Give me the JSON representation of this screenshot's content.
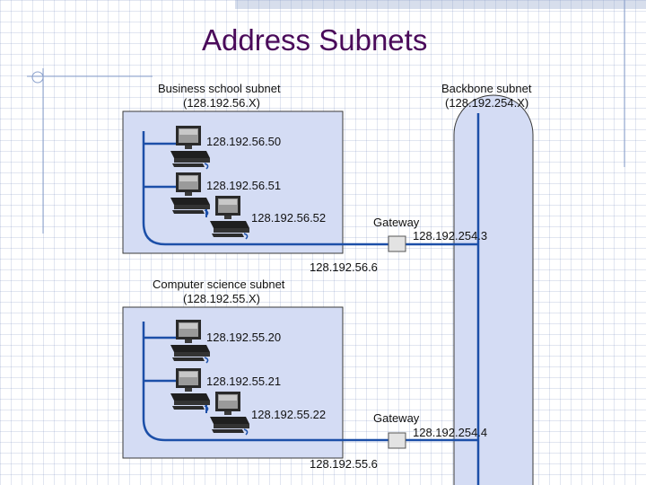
{
  "slide": {
    "title": "Address Subnets"
  },
  "backbone": {
    "name": "Backbone subnet",
    "range": "(128.192.254.X)"
  },
  "subnets": [
    {
      "name": "Business school subnet",
      "range": "(128.192.56.X)",
      "hosts": [
        "128.192.56.50",
        "128.192.56.51",
        "128.192.56.52"
      ],
      "gateway_label": "Gateway",
      "gateway_backbone_ip": "128.192.254.3",
      "gateway_subnet_ip": "128.192.56.6"
    },
    {
      "name": "Computer science subnet",
      "range": "(128.192.55.X)",
      "hosts": [
        "128.192.55.20",
        "128.192.55.21",
        "128.192.55.22"
      ],
      "gateway_label": "Gateway",
      "gateway_backbone_ip": "128.192.254.4",
      "gateway_subnet_ip": "128.192.55.6"
    }
  ],
  "colors": {
    "title": "#4a0a5a",
    "subnet_fill": "#d4dcf4",
    "cable": "#1c4fa8",
    "gateway_fill": "#e3e3e3"
  }
}
